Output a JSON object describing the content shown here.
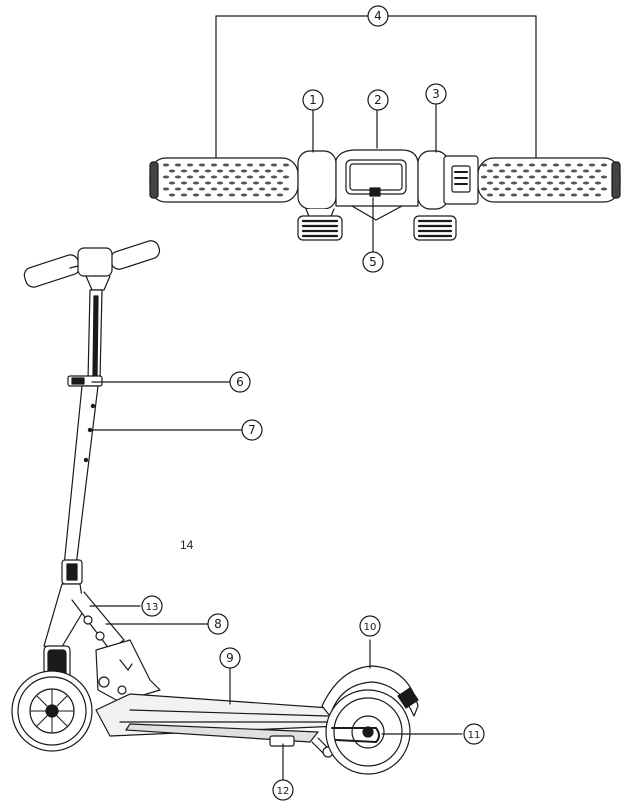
{
  "figure": {
    "page_number": "14",
    "callouts": [
      "1",
      "2",
      "3",
      "4",
      "5",
      "6",
      "7",
      "8",
      "9",
      "10",
      "11",
      "12",
      "13"
    ],
    "line_color": "#1a1a1a",
    "fill_gray": "#6d6d6d",
    "fill_light": "#f2f2f2"
  }
}
